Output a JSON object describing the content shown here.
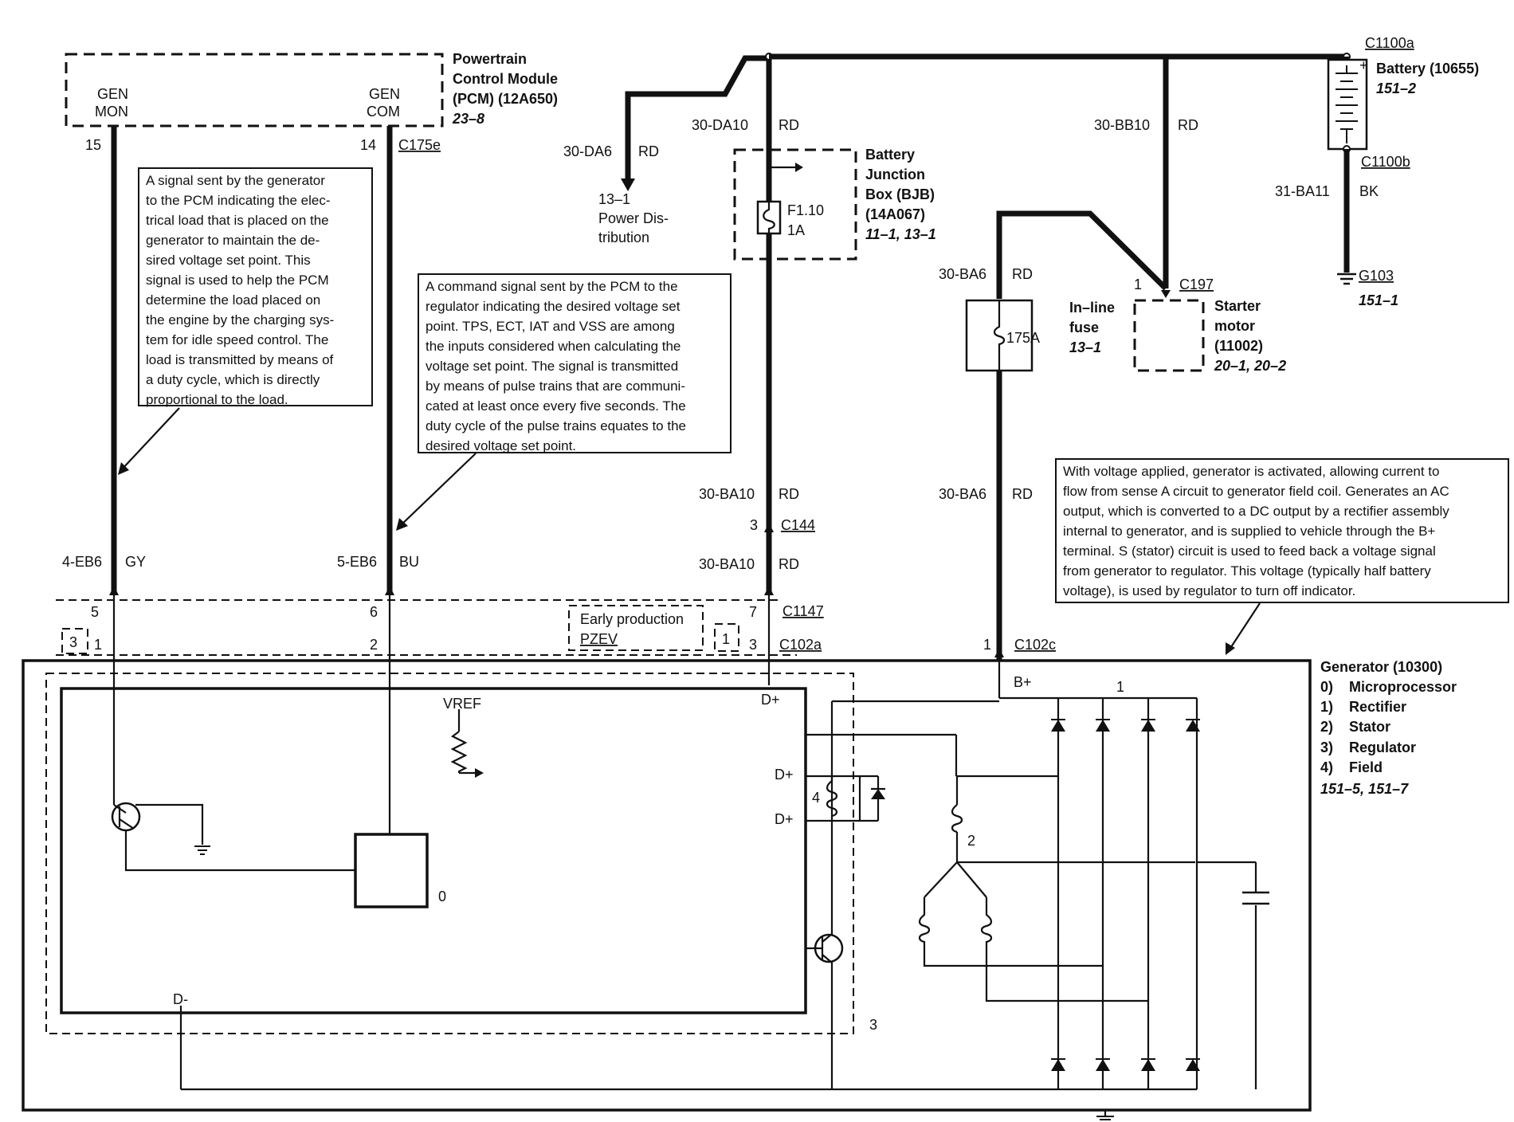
{
  "pcm": {
    "title": [
      "Powertrain",
      "Control Module",
      "(PCM) (12A650)"
    ],
    "ref": "23–8",
    "gen_mon": [
      "GEN",
      "MON"
    ],
    "gen_com": [
      "GEN",
      "COM"
    ],
    "pin_mon": "15",
    "pin_com": "14",
    "connector": "C175e"
  },
  "notes": {
    "gen_mon": "A signal sent by the generator\nto the PCM indicating the elec-\ntrical load that is placed on the\ngenerator to maintain the de-\nsired voltage set point. This\nsignal is used to help the PCM\ndetermine the load placed on\nthe engine by the charging sys-\ntem for idle speed control. The\nload is transmitted by means of\na duty cycle, which is directly\nproportional to the load.",
    "gen_com": "A command signal sent by the PCM to the\nregulator indicating the desired voltage set\npoint. TPS, ECT, IAT and VSS are among\nthe inputs considered when calculating the\nvoltage set point. The signal is transmitted\nby means of pulse trains that are communi-\ncated at least once every five seconds. The\nduty cycle of the pulse trains equates to the\ndesired voltage set point.",
    "generator": "With voltage applied, generator is activated, allowing current to\nflow from sense A circuit to generator field coil. Generates an AC\noutput, which is converted to a DC output by a rectifier assembly\ninternal to generator, and is supplied to vehicle through the B+\nterminal. S (stator) circuit is used to feed back a voltage signal\nfrom generator to regulator. This voltage (typically half battery\nvoltage), is used by regulator to turn off indicator."
  },
  "bjb": {
    "title": [
      "Battery",
      "Junction",
      "Box (BJB)",
      "(14A067)"
    ],
    "ref": "11–1, 13–1",
    "fuse": "F1.10",
    "amp": "1A"
  },
  "power_dist": {
    "num": "13–1",
    "label": [
      "Power Dis-",
      "tribution"
    ]
  },
  "battery": {
    "conn_top": "C1100a",
    "conn_bot": "C1100b",
    "title": "Battery (10655)",
    "ref": "151–2"
  },
  "ground": {
    "name": "G103",
    "ref": "151–1"
  },
  "inline_fuse": {
    "rating": "175A",
    "title": [
      "In–line",
      "fuse"
    ],
    "ref": "13–1"
  },
  "starter": {
    "pin": "1",
    "conn": "C197",
    "title": [
      "Starter",
      "motor",
      "(11002)"
    ],
    "ref": "20–1, 20–2"
  },
  "circuits": {
    "da10": "30-DA10",
    "da10_color": "RD",
    "da6": "30-DA6",
    "da6_color": "RD",
    "bb10": "30-BB10",
    "bb10_color": "RD",
    "ba11": "31-BA11",
    "ba11_color": "BK",
    "ba6_top": "30-BA6",
    "ba6_top_color": "RD",
    "ba6_bot": "30-BA6",
    "ba6_bot_color": "RD",
    "ba10_a": "30-BA10",
    "ba10_a_color": "RD",
    "ba10_b": "30-BA10",
    "ba10_b_color": "RD",
    "eb6_4": "4-EB6",
    "eb6_4_color": "GY",
    "eb6_5": "5-EB6",
    "eb6_5_color": "BU"
  },
  "connectors": {
    "c144": "C144",
    "c144_pin": "3",
    "c1147": "C1147",
    "c102a": "C102a",
    "c102c": "C102c",
    "pin5": "5",
    "pin6": "6",
    "pin7": "7",
    "pin1": "1",
    "pin2": "2",
    "pin3": "3",
    "pin1c": "1",
    "badge3": "3",
    "badge1": "1",
    "early": [
      "Early production",
      "PZEV"
    ]
  },
  "generator": {
    "title": "Generator (10300)",
    "legend": [
      [
        "0)",
        "Microprocessor"
      ],
      [
        "1)",
        "Rectifier"
      ],
      [
        "2)",
        "Stator"
      ],
      [
        "3)",
        "Regulator"
      ],
      [
        "4)",
        "Field"
      ]
    ],
    "ref": "151–5, 151–7",
    "vref": "VREF",
    "d_plus": "D+",
    "d_plus2": "D+",
    "d_plus3": "D+",
    "d_minus": "D-",
    "b_plus": "B+",
    "n0": "0",
    "n1": "1",
    "n2": "2",
    "n3": "3",
    "n4": "4"
  }
}
